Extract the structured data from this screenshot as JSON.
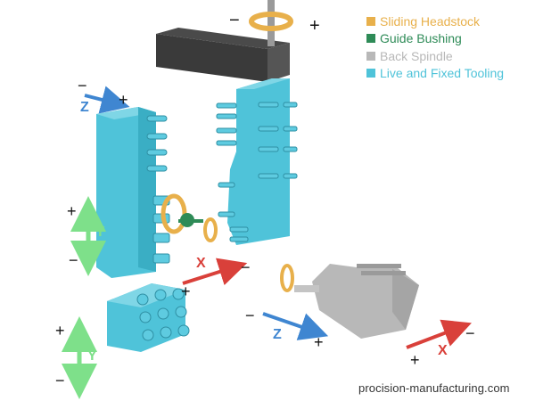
{
  "legend": [
    {
      "label": "Sliding Headstock",
      "color": "#e8b04b"
    },
    {
      "label": "Guide Bushing",
      "color": "#2e8b57"
    },
    {
      "label": "Back Spindle",
      "color": "#b8b8b8"
    },
    {
      "label": "Live and Fixed Tooling",
      "color": "#4fc3d9"
    }
  ],
  "axes": {
    "top_rotation": {
      "minus": "−",
      "plus": "+"
    },
    "z_left": {
      "name": "Z",
      "minus": "−",
      "plus": "+"
    },
    "y_upper": {
      "name": "Y",
      "minus": "−",
      "plus": "+"
    },
    "x_center": {
      "name": "X",
      "minus": "−",
      "plus": "+"
    },
    "y_lower": {
      "name": "Y",
      "minus": "−",
      "plus": "+"
    },
    "z_right": {
      "name": "Z",
      "minus": "−",
      "plus": "+"
    },
    "x_right": {
      "name": "X",
      "minus": "−",
      "plus": "+"
    }
  },
  "colors": {
    "tooling": "#4fc3d9",
    "headstock": "#e8b04b",
    "bushing": "#2e8b57",
    "spindle": "#b8b8b8",
    "x_axis": "#d9403a",
    "y_axis": "#7ee08a",
    "z_axis": "#3f86d1"
  },
  "credit": "procision-manufacturing.com"
}
